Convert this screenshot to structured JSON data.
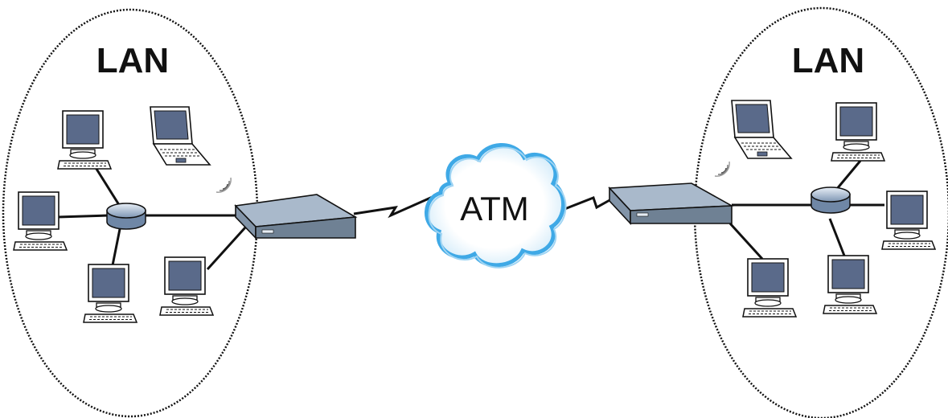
{
  "diagram": {
    "left_lan_label": "LAN",
    "right_lan_label": "LAN",
    "wan_label": "ATM"
  },
  "colors": {
    "outline": "#111111",
    "screen": "#5a6a8a",
    "device_top": "#a9b9cb",
    "device_front": "#6f8194",
    "cloud_edge": "#3fa9e6"
  }
}
